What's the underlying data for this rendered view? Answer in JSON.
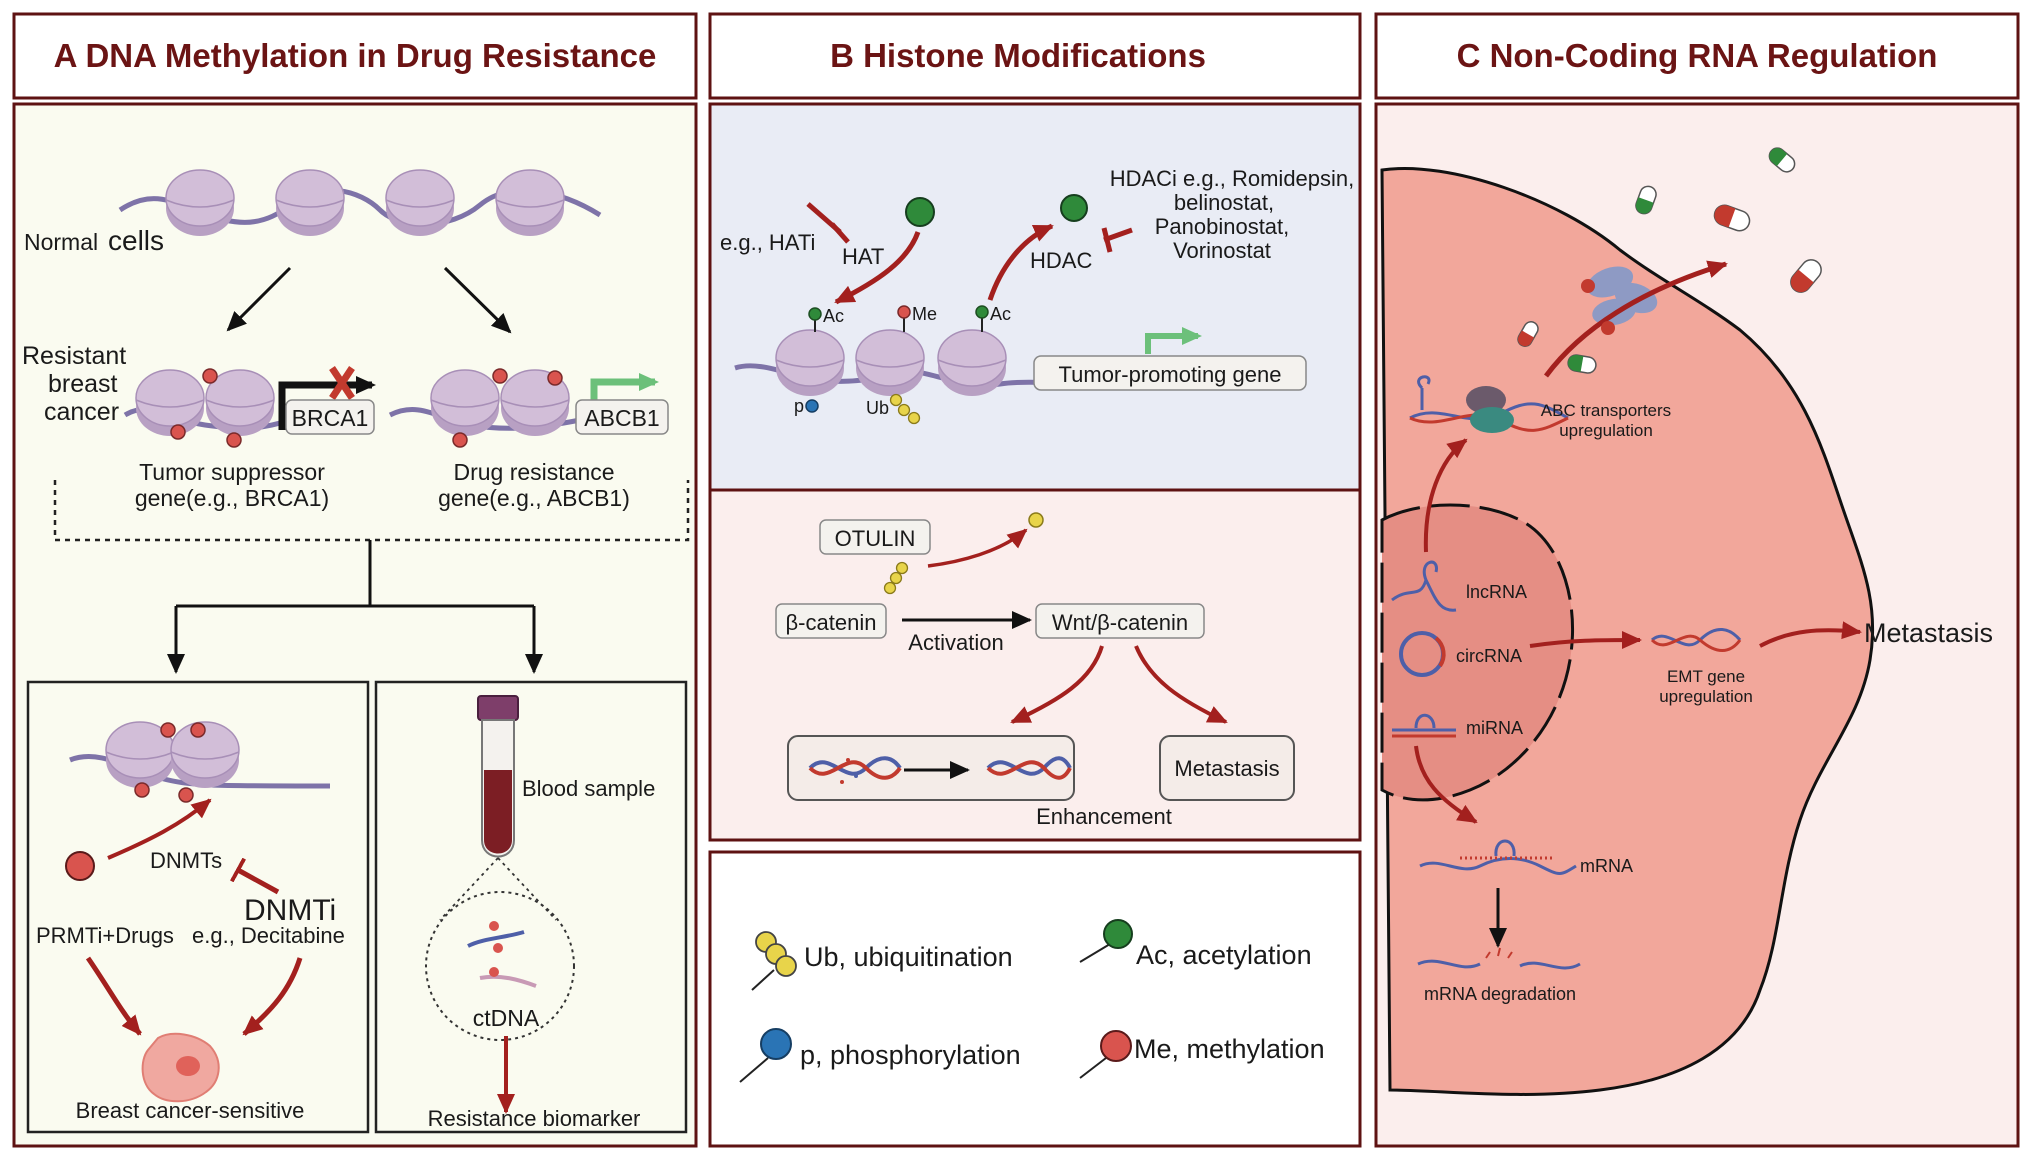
{
  "panels": {
    "a": {
      "title": "A  DNA Methylation in Drug Resistance",
      "normal": "Normal",
      "cells": "cells",
      "resistant": [
        "Resistant",
        "breast",
        "cancer"
      ],
      "brca1": "BRCA1",
      "abcb1": "ABCB1",
      "tumor_suppressor": [
        "Tumor suppressor",
        "gene(e.g., BRCA1)"
      ],
      "drug_resistance": [
        "Drug  resistance",
        "gene(e.g., ABCB1)"
      ],
      "dnmts": "DNMTs",
      "dnmti": "DNMTi",
      "prmti_drugs": "PRMTi+Drugs",
      "decitabine": "e.g., Decitabine",
      "sensitive": "Breast  cancer-sensitive",
      "blood_sample": "Blood  sample",
      "ctdna": "ctDNA",
      "biomarker": "Resistance biomarker"
    },
    "b": {
      "title": "B  Histone Modifications",
      "hati": "e.g., HATi",
      "hat": "HAT",
      "hdac": "HDAC",
      "hdaci": [
        "HDACi e.g., Romidepsin,",
        "belinostat,",
        "Panobinostat,",
        "Vorinostat"
      ],
      "ac": "Ac",
      "me": "Me",
      "p": "p",
      "ub": "Ub",
      "tumor_gene": "Tumor-promoting gene",
      "otulin": "OTULIN",
      "beta_catenin": "β-catenin",
      "activation": "Activation",
      "wnt": "Wnt/β-catenin",
      "metastasis": "Metastasis",
      "enhancement": "Enhancement"
    },
    "legend": {
      "ub": "Ub, ubiquitination",
      "ac": "Ac, acetylation",
      "p": "p, phosphorylation",
      "me": "Me, methylation"
    },
    "c": {
      "title": "C  Non-Coding RNA Regulation",
      "abc": [
        "ABC  transporters",
        "upregulation"
      ],
      "lncrna": "lncRNA",
      "circrna": "circRNA",
      "mirna": "miRNA",
      "emt": [
        "EMT  gene",
        "upregulation"
      ],
      "metastasis": "Metastasis",
      "mrna": "mRNA",
      "degradation": "mRNA  degradation"
    }
  },
  "colors": {
    "frame": "#5e1212",
    "title": "#6b1414",
    "nucleosome": "#d2bed8",
    "dna": "#7e73a8",
    "arrow_red": "#a3201e",
    "acetyl": "#2f8a3a",
    "methyl": "#d9544e",
    "phospho": "#2a74b5",
    "ubiquitin": "#e8d44a",
    "cell": "#f2a79b",
    "nucleus": "#e58e84"
  }
}
